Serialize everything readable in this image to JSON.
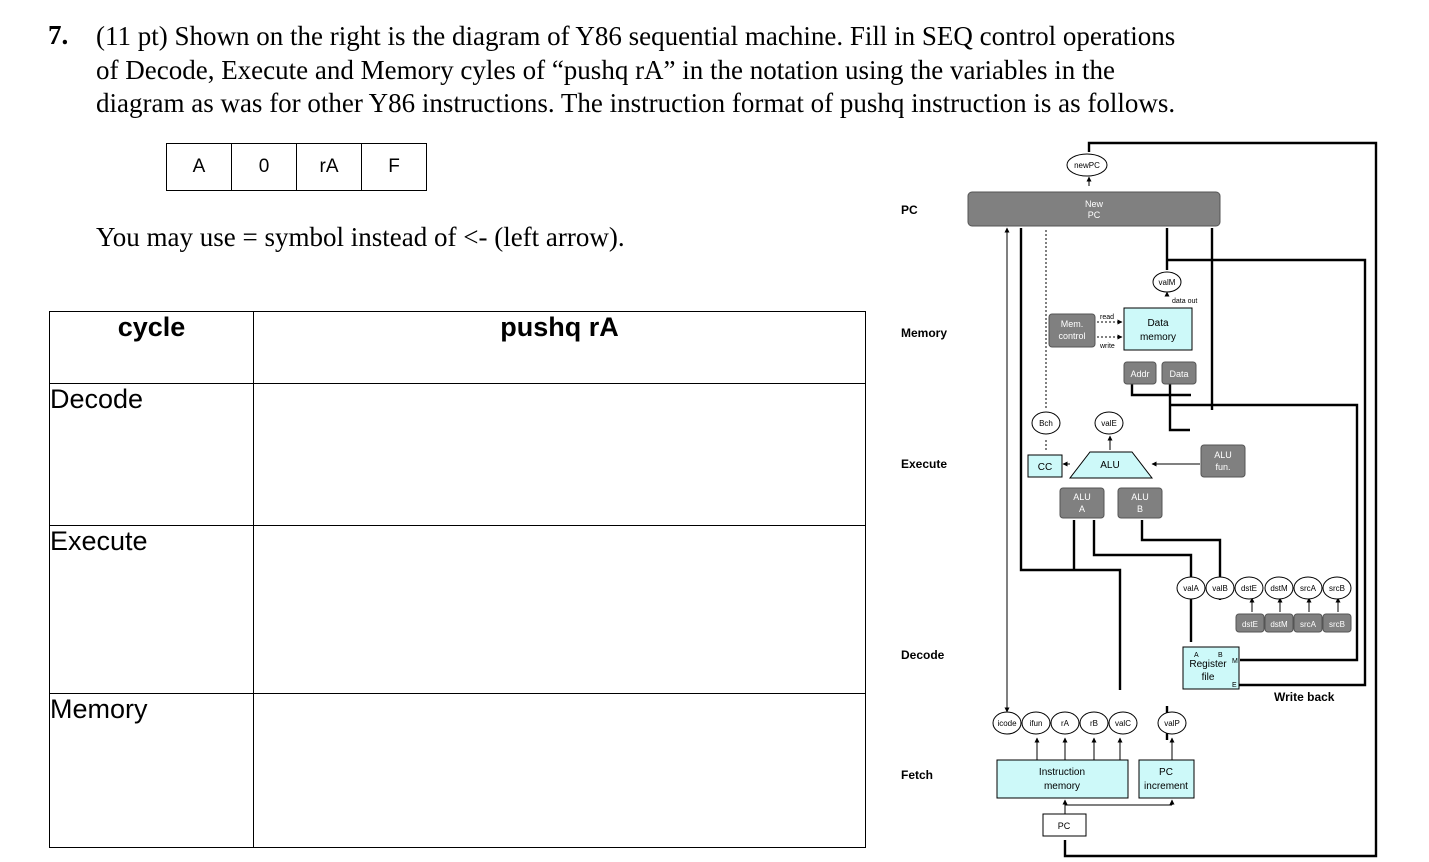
{
  "question": {
    "number": "7.",
    "lines": [
      "(11 pt) Shown on the right is the diagram of Y86 sequential machine. Fill in SEQ control operations",
      "of Decode, Execute and Memory cyles of “pushq rA” in the notation using the variables in the",
      "diagram as was for other Y86 instructions. The instruction format of pushq instruction is as follows."
    ]
  },
  "instruction_format": [
    "A",
    "0",
    "rA",
    "F"
  ],
  "note": "You may use = symbol instead of <- (left arrow).",
  "answer_table": {
    "headers": [
      "cycle",
      "pushq rA"
    ],
    "rows": [
      {
        "cycle": "Decode",
        "answer": ""
      },
      {
        "cycle": "Execute",
        "answer": ""
      },
      {
        "cycle": "Memory",
        "answer": ""
      }
    ]
  },
  "diagram": {
    "stages": [
      "PC",
      "Memory",
      "Execute",
      "Decode",
      "Fetch"
    ],
    "write_back_label": "Write back",
    "blocks": {
      "new_pc": [
        "New",
        "PC"
      ],
      "mem_control": [
        "Mem.",
        "control"
      ],
      "data_memory": [
        "Data",
        "memory"
      ],
      "addr": "Addr",
      "data": "Data",
      "cc": "CC",
      "alu": "ALU",
      "alu_fun": [
        "ALU",
        "fun."
      ],
      "alu_a": [
        "ALU",
        "A"
      ],
      "alu_b": [
        "ALU",
        "B"
      ],
      "register_file": [
        "Register",
        "file"
      ],
      "instruction_memory": [
        "Instruction",
        "memory"
      ],
      "pc_increment": [
        "PC",
        "increment"
      ],
      "pc_box": "PC"
    },
    "signals": {
      "newPC": "newPC",
      "valM": "valM",
      "data_out": "data out",
      "read": "read",
      "write": "write",
      "bch": "Bch",
      "valE": "valE",
      "reg_outputs": [
        "valA",
        "valB",
        "dstE",
        "dstM",
        "srcA",
        "srcB"
      ],
      "reg_inputs": [
        "dstE",
        "dstM",
        "srcA",
        "srcB"
      ],
      "port_a": "A",
      "port_b": "B",
      "port_m": "M",
      "port_e": "E",
      "fetch_outputs": [
        "icode",
        "ifun",
        "rA",
        "rB",
        "valC"
      ],
      "valP": "valP"
    },
    "colors": {
      "gray_block": "#808080",
      "cyan_block": "#cdf9f9"
    }
  }
}
